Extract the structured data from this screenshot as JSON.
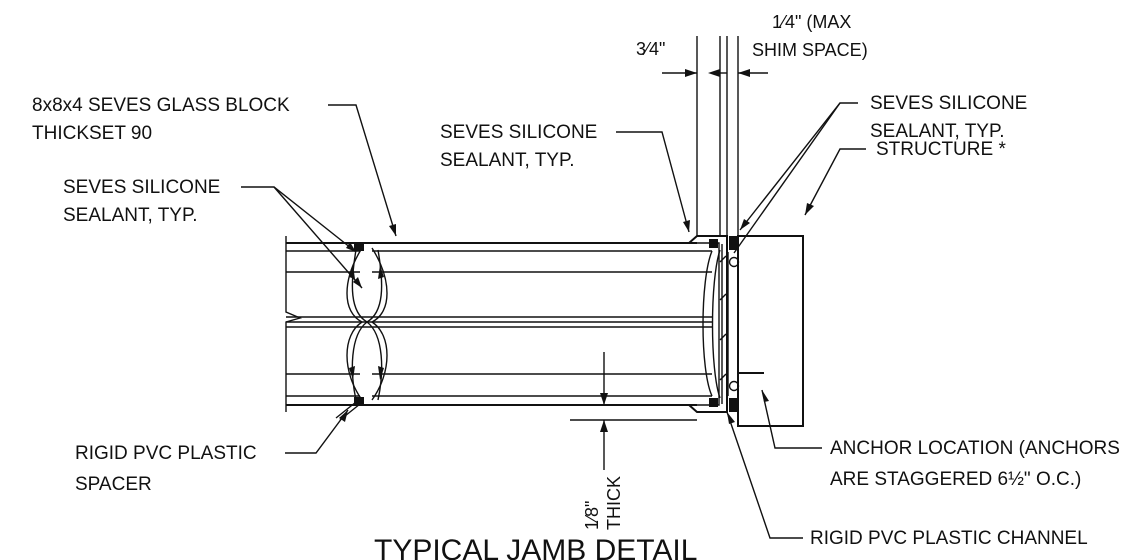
{
  "title": "TYPICAL JAMB DETAIL",
  "labels": {
    "glass_block_1": "8x8x4 SEVES GLASS BLOCK",
    "glass_block_2": "THICKSET 90",
    "sealant_left_1": "SEVES SILICONE",
    "sealant_left_2": "SEALANT, TYP.",
    "sealant_mid_1": "SEVES SILICONE",
    "sealant_mid_2": "SEALANT, TYP.",
    "sealant_right_1": "SEVES SILICONE",
    "sealant_right_2": "SEALANT, TYP.",
    "structure": "STRUCTURE *",
    "spacer_1": "RIGID PVC PLASTIC",
    "spacer_2": "SPACER",
    "anchor_1": "ANCHOR LOCATION (ANCHORS",
    "anchor_2": "ARE STAGGERED 6½\" O.C.)",
    "channel": "RIGID PVC PLASTIC CHANNEL",
    "dim_three_quarter": "3⁄4\"",
    "dim_shim_1": "1⁄4\" (MAX",
    "dim_shim_2": "SHIM SPACE)",
    "dim_thick_frac": "1⁄8\"",
    "dim_thick_word": "THICK"
  }
}
